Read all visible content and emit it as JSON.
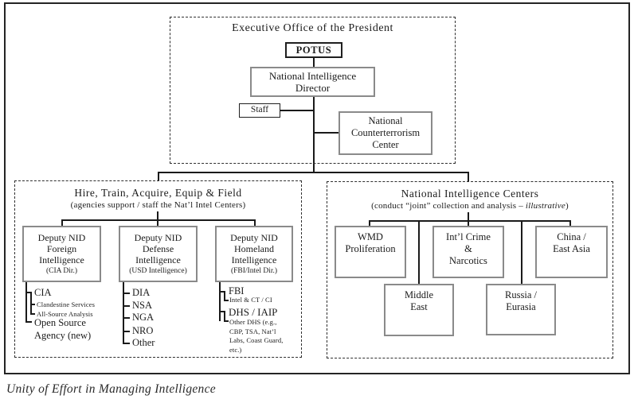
{
  "caption": "Unity of Effort in Managing Intelligence",
  "executive_group": {
    "title": "Executive Office of the President",
    "potus": "POTUS",
    "nid": "National Intelligence\nDirector",
    "staff": "Staff",
    "nctc": "National\nCounterterrorism\nCenter"
  },
  "hire_group": {
    "title": "Hire, Train, Acquire, Equip & Field",
    "subtitle": "(agencies support / staff the Nat’l Intel Centers)",
    "deputies": [
      {
        "name": "Deputy NID\nForeign\nIntelligence",
        "note": "(CIA Dir.)"
      },
      {
        "name": "Deputy NID\nDefense\nIntelligence",
        "note": "(USD Intelligence)"
      },
      {
        "name": "Deputy NID\nHomeland\nIntelligence",
        "note": "(FBI/Intel Dir.)"
      }
    ],
    "foreign_agencies": {
      "cia": "CIA",
      "clandestine": "Clandestine Services",
      "all_source": "All-Source Analysis",
      "open_source": "Open Source\nAgency (new)"
    },
    "defense_agencies": [
      "DIA",
      "NSA",
      "NGA",
      "NRO",
      "Other"
    ],
    "homeland_agencies": {
      "fbi": "FBI",
      "fbi_sub": "Intel & CT / CI",
      "dhs": "DHS / IAIP",
      "dhs_sub": "Other DHS (e.g.,\nCBP, TSA, Nat’l\nLabs, Coast Guard,\netc.)"
    }
  },
  "centers_group": {
    "title": "National Intelligence Centers",
    "subtitle_prefix": "(conduct “joint” collection and analysis – ",
    "subtitle_italic": "illustrative",
    "subtitle_suffix": ")",
    "centers": [
      {
        "label": "WMD\nProliferation"
      },
      {
        "label": "Int’l Crime\n&\nNarcotics"
      },
      {
        "label": "China /\nEast Asia"
      },
      {
        "label": "Middle\nEast"
      },
      {
        "label": "Russia /\nEurasia"
      }
    ]
  },
  "colors": {
    "line": "#1a1a1a",
    "gray_border": "#8a8a8a",
    "dark_border": "#1f1f1f",
    "text": "#1c1c1c"
  }
}
